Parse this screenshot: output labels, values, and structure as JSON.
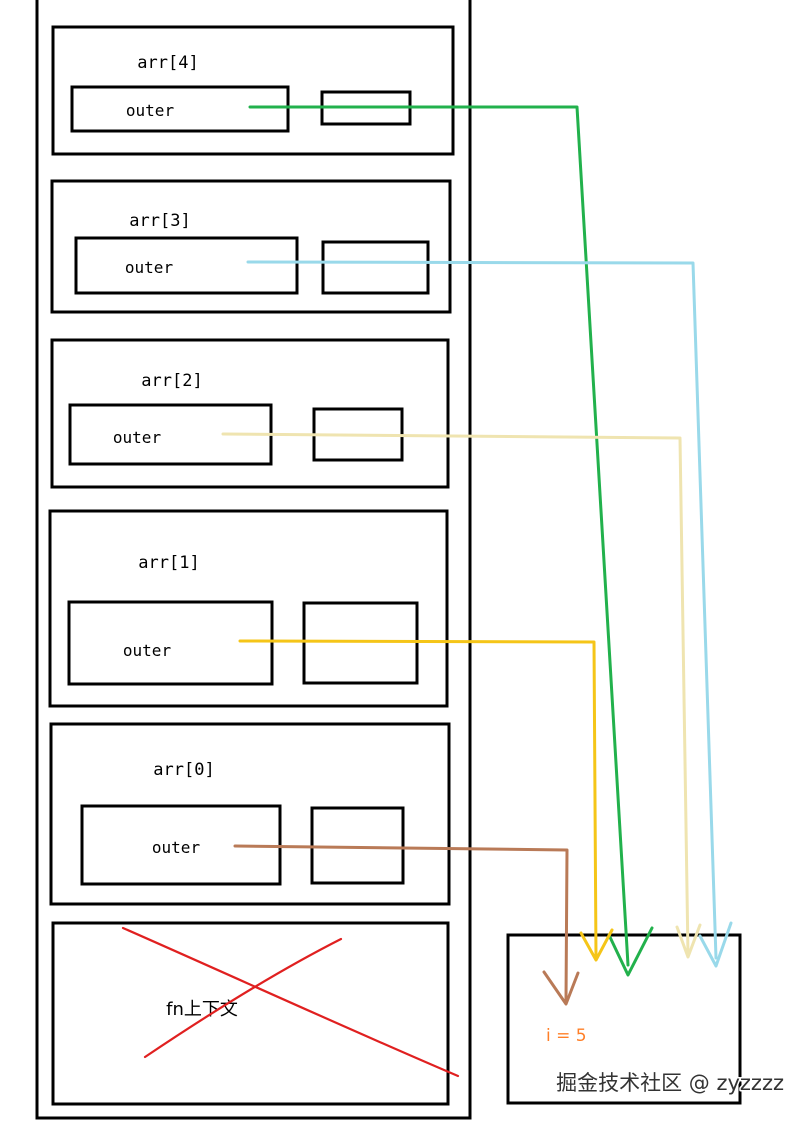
{
  "frames": [
    {
      "label": "arr[4]",
      "var_name": "outer",
      "arrow_color": "#22b14c"
    },
    {
      "label": "arr[3]",
      "var_name": "outer",
      "arrow_color": "#99d9ea"
    },
    {
      "label": "arr[2]",
      "var_name": "outer",
      "arrow_color": "#efe4b0"
    },
    {
      "label": "arr[1]",
      "var_name": "outer",
      "arrow_color": "#f5c518"
    },
    {
      "label": "arr[0]",
      "var_name": "outer",
      "arrow_color": "#b97a57"
    }
  ],
  "fn_context": {
    "label": "fn上下文",
    "cross_color": "#e02020"
  },
  "shared_scope": {
    "value_text": "i = 5",
    "value_color": "#ff7f27"
  },
  "watermark": "掘金技术社区 @ zyzzzz"
}
